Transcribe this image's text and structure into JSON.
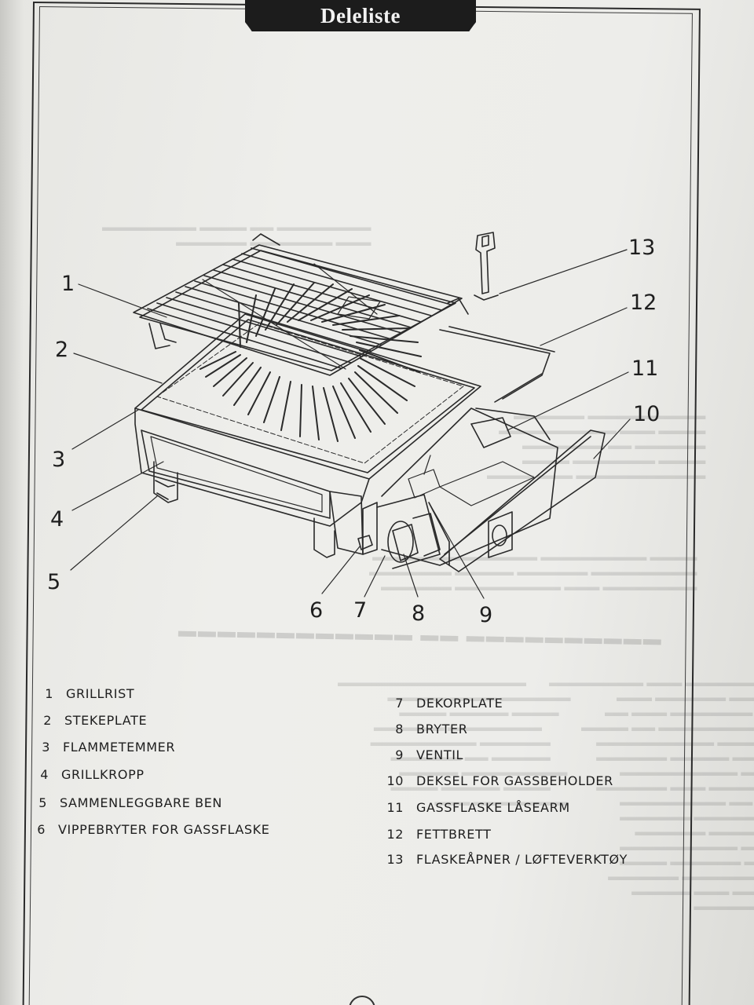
{
  "title": "Deleliste",
  "callouts": [
    "1",
    "2",
    "3",
    "4",
    "5",
    "6",
    "7",
    "8",
    "9",
    "10",
    "11",
    "12",
    "13"
  ],
  "parts": [
    {
      "num": "1",
      "name": "GRILLRIST"
    },
    {
      "num": "2",
      "name": "STEKEPLATE"
    },
    {
      "num": "3",
      "name": "FLAMMETEMMER"
    },
    {
      "num": "4",
      "name": "GRILLKROPP"
    },
    {
      "num": "5",
      "name": "SAMMENLEGGBARE BEN"
    },
    {
      "num": "6",
      "name": "VIPPEBRYTER FOR GASSFLASKE"
    },
    {
      "num": "7",
      "name": "DEKORPLATE"
    },
    {
      "num": "8",
      "name": "BRYTER"
    },
    {
      "num": "9",
      "name": "VENTIL"
    },
    {
      "num": "10",
      "name": "DEKSEL FOR GASSBEHOLDER"
    },
    {
      "num": "11",
      "name": "GASSFLASKE LÅSEARM"
    },
    {
      "num": "12",
      "name": "FETTBRETT"
    },
    {
      "num": "13",
      "name": "FLASKEÅPNER / LØFTEVERKTØY"
    }
  ],
  "colors": {
    "ink": "#1e1e1e",
    "tab": "#1c1c1c",
    "paper": "#ececea"
  }
}
